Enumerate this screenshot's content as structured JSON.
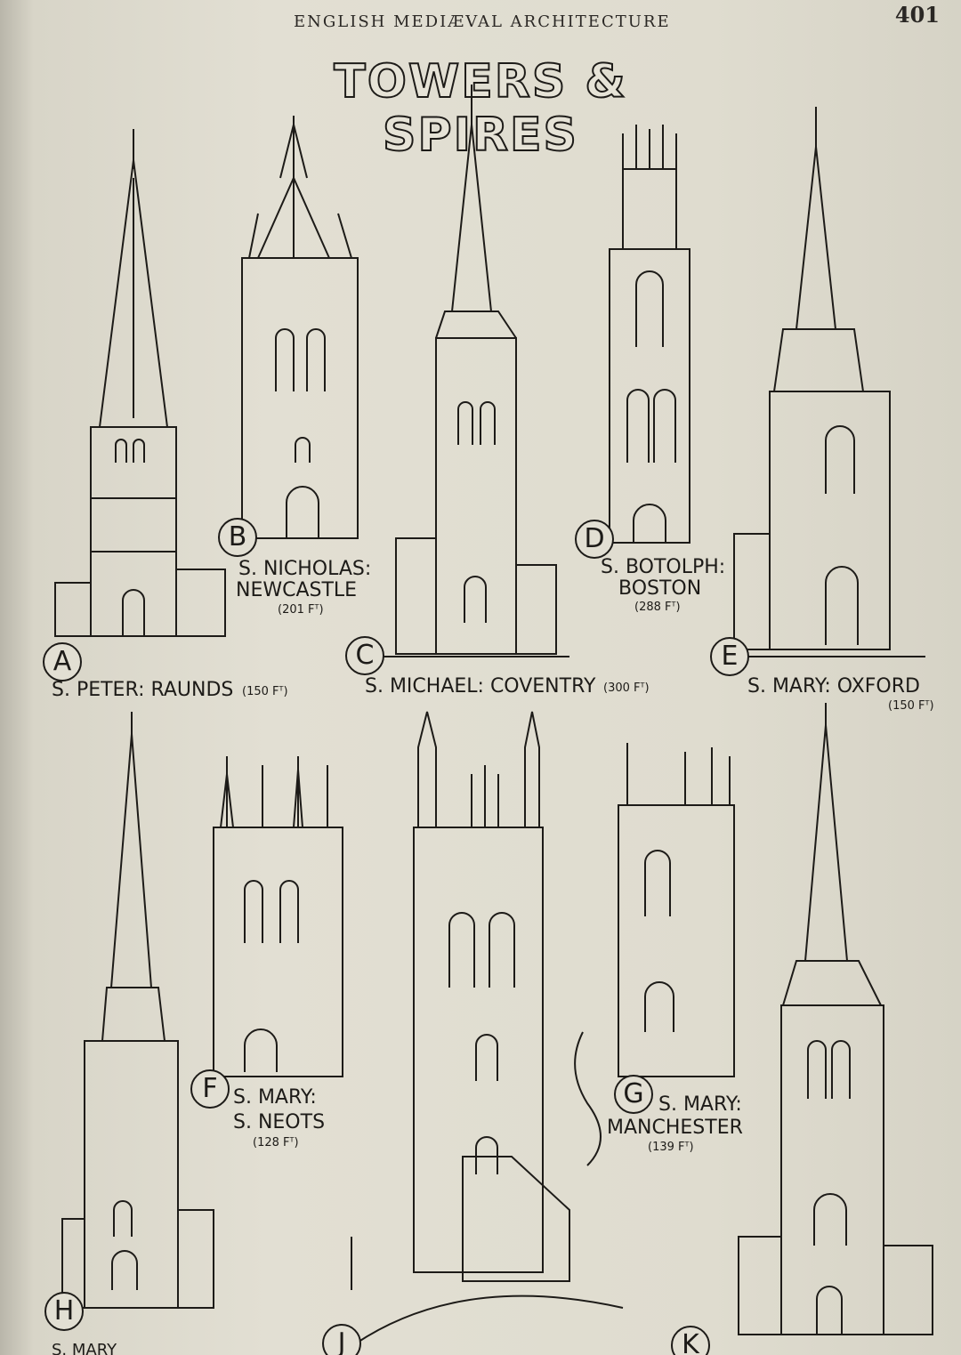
{
  "header": {
    "running_head": "ENGLISH MEDIÆVAL ARCHITECTURE",
    "page_number": "401"
  },
  "plate_title": "TOWERS & SPIRES",
  "figures": {
    "a": {
      "letter": "A",
      "caption": "S. PETER: RAUNDS",
      "height": "(150 Fᵀ)"
    },
    "b": {
      "letter": "B",
      "caption_line1": "S. NICHOLAS:",
      "caption_line2": "NEWCASTLE",
      "height": "(201 Fᵀ)"
    },
    "c": {
      "letter": "C",
      "caption": "S. MICHAEL: COVENTRY",
      "height": "(300 Fᵀ)"
    },
    "d": {
      "letter": "D",
      "caption_line1": "S. BOTOLPH:",
      "caption_line2": "BOSTON",
      "height": "(288 Fᵀ)"
    },
    "e": {
      "letter": "E",
      "caption": "S. MARY: OXFORD",
      "height": "(150 Fᵀ)"
    },
    "f": {
      "letter": "F",
      "caption_line1": "S. MARY:",
      "caption_line2": "S. NEOTS",
      "height": "(128 Fᵀ)"
    },
    "g": {
      "letter": "G",
      "caption_line1": "S. MARY:",
      "caption_line2": "MANCHESTER",
      "height": "(139 Fᵀ)"
    },
    "h": {
      "letter": "H",
      "caption": "S. MARY"
    },
    "j": {
      "letter": "J"
    },
    "k": {
      "letter": "K"
    }
  }
}
